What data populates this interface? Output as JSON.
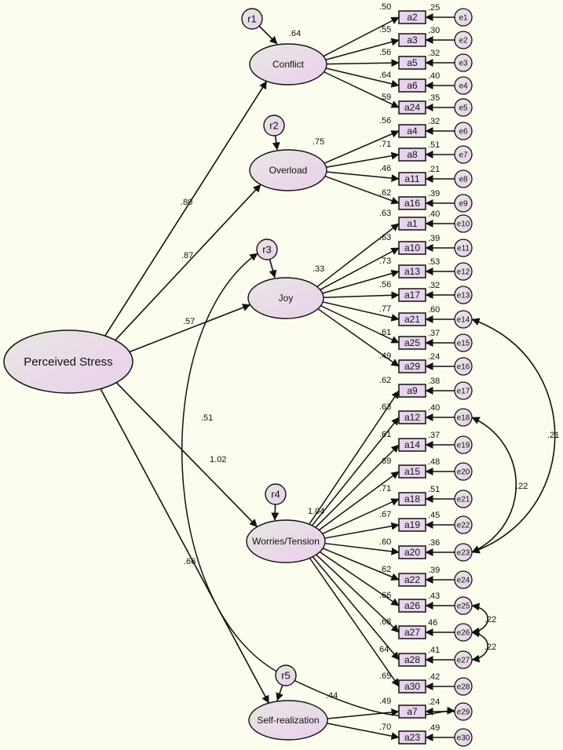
{
  "colors": {
    "background": "#fdfdef",
    "node_fill_start": "#e8e6e3",
    "node_fill_end": "#ead0ec",
    "box_fill": "#e8d4ec",
    "stroke": "#111111"
  },
  "higher_factor": {
    "label": "Perceived Stress"
  },
  "factors": [
    {
      "id": "f1",
      "label": "Conflict",
      "residual": "r1",
      "r2": ".64",
      "loading": ".80",
      "items": [
        {
          "label": "a2",
          "err": "e1",
          "loading": ".50",
          "r2": ".25"
        },
        {
          "label": "a3",
          "err": "e2",
          "loading": ".55",
          "r2": ".30"
        },
        {
          "label": "a5",
          "err": "e3",
          "loading": ".56",
          "r2": ".32"
        },
        {
          "label": "a6",
          "err": "e4",
          "loading": ".64",
          "r2": ".40"
        },
        {
          "label": "a24",
          "err": "e5",
          "loading": ".59",
          "r2": ".35"
        }
      ]
    },
    {
      "id": "f2",
      "label": "Overload",
      "residual": "r2",
      "r2": ".75",
      "loading": ".87",
      "items": [
        {
          "label": "a4",
          "err": "e6",
          "loading": ".56",
          "r2": ".32"
        },
        {
          "label": "a8",
          "err": "e7",
          "loading": ".71",
          "r2": ".51"
        },
        {
          "label": "a11",
          "err": "e8",
          "loading": ".46",
          "r2": ".21"
        },
        {
          "label": "a16",
          "err": "e9",
          "loading": ".62",
          "r2": ".39"
        }
      ]
    },
    {
      "id": "f3",
      "label": "Joy",
      "residual": "r3",
      "r2": ".33",
      "loading": ".57",
      "items": [
        {
          "label": "a1",
          "err": "e10",
          "loading": ".63",
          "r2": ".40"
        },
        {
          "label": "a10",
          "err": "e11",
          "loading": ".63",
          "r2": ".39"
        },
        {
          "label": "a13",
          "err": "e12",
          "loading": ".73",
          "r2": ".53"
        },
        {
          "label": "a17",
          "err": "e13",
          "loading": ".56",
          "r2": ".32"
        },
        {
          "label": "a21",
          "err": "e14",
          "loading": ".77",
          "r2": ".60"
        },
        {
          "label": "a25",
          "err": "e15",
          "loading": ".61",
          "r2": ".37"
        },
        {
          "label": "a29",
          "err": "e16",
          "loading": ".49",
          "r2": ".24"
        }
      ]
    },
    {
      "id": "f4",
      "label": "Worries/Tension",
      "residual": "r4",
      "r2": "1.04",
      "loading": "1.02",
      "items": [
        {
          "label": "a9",
          "err": "e17",
          "loading": ".62",
          "r2": ".38"
        },
        {
          "label": "a12",
          "err": "e18",
          "loading": ".63",
          "r2": ".40"
        },
        {
          "label": "a14",
          "err": "e19",
          "loading": ".61",
          "r2": ".37"
        },
        {
          "label": "a15",
          "err": "e20",
          "loading": ".69",
          "r2": ".48"
        },
        {
          "label": "a18",
          "err": "e21",
          "loading": ".71",
          "r2": ".51"
        },
        {
          "label": "a19",
          "err": "e22",
          "loading": ".67",
          "r2": ".45"
        },
        {
          "label": "a20",
          "err": "e23",
          "loading": ".60",
          "r2": ".36"
        },
        {
          "label": "a22",
          "err": "e24",
          "loading": ".62",
          "r2": ".39"
        },
        {
          "label": "a26",
          "err": "e25",
          "loading": ".66",
          "r2": ".43"
        },
        {
          "label": "a27",
          "err": "e26",
          "loading": ".68",
          "r2": "46"
        },
        {
          "label": "a28",
          "err": "e27",
          "loading": "64",
          "r2": ".41"
        },
        {
          "label": "a30",
          "err": "e28",
          "loading": ".65",
          "r2": ".42"
        }
      ]
    },
    {
      "id": "f5",
      "label": "Self-realization",
      "residual": "r5",
      "r2": ".44",
      "loading": ".66",
      "items": [
        {
          "label": "a7",
          "err": "e29",
          "loading": ".49",
          "r2": ".24"
        },
        {
          "label": "a23",
          "err": "e30",
          "loading": ".70",
          "r2": ".49"
        }
      ]
    }
  ],
  "covariances": [
    {
      "from": "e14",
      "to": "e23",
      "value": ".21"
    },
    {
      "from": "e18",
      "to": "e23",
      "value": ".22"
    },
    {
      "from": "e25",
      "to": "e26",
      "value": ".22"
    },
    {
      "from": "e26",
      "to": "e27",
      "value": ".22"
    },
    {
      "from": "r3",
      "to": "e29",
      "value": ".51"
    }
  ]
}
